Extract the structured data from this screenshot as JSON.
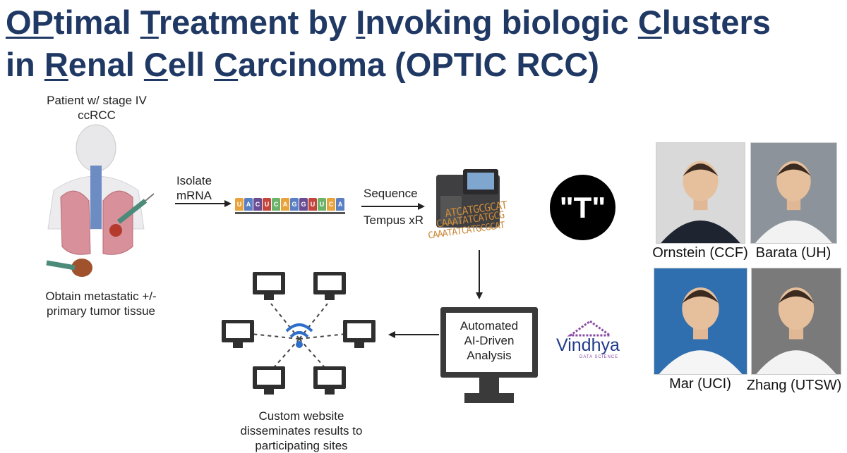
{
  "title": {
    "line1": [
      {
        "text": "OP",
        "u": true
      },
      {
        "text": "timal ",
        "u": false
      },
      {
        "text": "T",
        "u": true
      },
      {
        "text": "reatment by ",
        "u": false
      },
      {
        "text": "I",
        "u": true
      },
      {
        "text": "nvoking biologic ",
        "u": false
      },
      {
        "text": "C",
        "u": true
      },
      {
        "text": "lusters",
        "u": false
      }
    ],
    "line2": [
      {
        "text": "in ",
        "u": false
      },
      {
        "text": "R",
        "u": true
      },
      {
        "text": "enal ",
        "u": false
      },
      {
        "text": "C",
        "u": true
      },
      {
        "text": "ell ",
        "u": false
      },
      {
        "text": "C",
        "u": true
      },
      {
        "text": "arcinoma (OPTIC RCC)",
        "u": false
      }
    ]
  },
  "patient": {
    "line1": "Patient w/ stage IV",
    "line2": "ccRCC"
  },
  "tissue": {
    "line1": "Obtain metastatic +/-",
    "line2": "primary tumor tissue"
  },
  "isolate": {
    "line1": "Isolate",
    "line2": "mRNA"
  },
  "rna_letters": [
    "U",
    "A",
    "C",
    "U",
    "C",
    "A",
    "G",
    "G",
    "U",
    "U",
    "C",
    "A"
  ],
  "sequence": {
    "label": "Sequence",
    "platform": "Tempus xR"
  },
  "dna_strands": [
    "ATCATGCGCAT",
    "CAAATATCATGCG",
    "CAAATATCATGCGCAT"
  ],
  "tempus_logo": "\"T\"",
  "analysis": {
    "line1": "Automated",
    "line2": "AI-Driven",
    "line3": "Analysis"
  },
  "vindhya": {
    "name": "Vindhya",
    "tagline": "DATA SCIENCE"
  },
  "website": {
    "line1": "Custom website",
    "line2": "disseminates results to",
    "line3": "participating sites"
  },
  "people": [
    {
      "caption": "Ornstein (CCF)",
      "bg": "#d9d9d9",
      "coat": "#1e2430"
    },
    {
      "caption": "Barata (UH)",
      "bg": "#8d939a",
      "coat": "#f2f2f2"
    },
    {
      "caption": "Mar (UCI)",
      "bg": "#2f6fb0",
      "coat": "#f5f5f5"
    },
    {
      "caption": "Zhang (UTSW)",
      "bg": "#7a7a7a",
      "coat": "#f3f3f3"
    }
  ],
  "colors": {
    "title": "#1f3864",
    "rna": [
      "#e8a33d",
      "#5a7fc2",
      "#6a4c93",
      "#c4453c",
      "#6bb36b"
    ]
  }
}
